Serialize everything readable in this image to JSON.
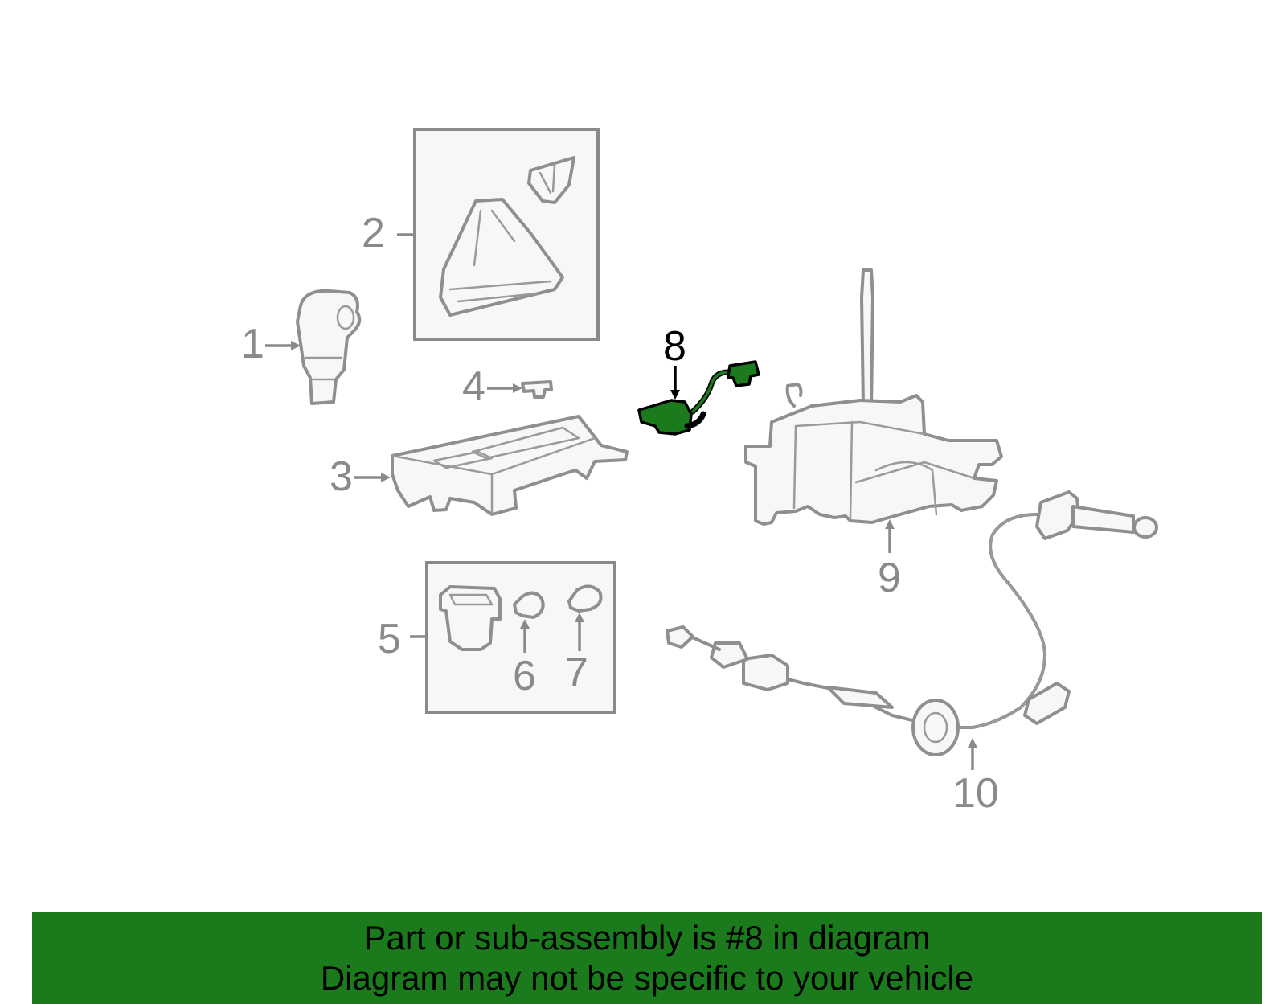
{
  "diagram": {
    "callouts": [
      "1",
      "2",
      "3",
      "4",
      "5",
      "6",
      "7",
      "8",
      "9",
      "10"
    ],
    "highlighted_callout": "8",
    "colors": {
      "highlight": "#1b7a1b",
      "line_art": "#8f8f8f",
      "banner": "#1b7a1b"
    }
  },
  "banner": {
    "line1": "Part or sub-assembly is #8 in diagram",
    "line2": "Diagram may not be specific to your vehicle"
  }
}
